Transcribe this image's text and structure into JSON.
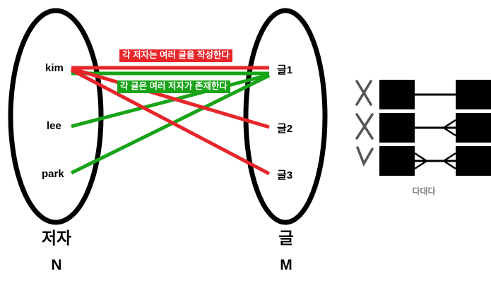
{
  "diagram": {
    "title_left_set": "저자",
    "title_right_set": "글",
    "cardinality_left": "N",
    "cardinality_right": "M",
    "left_nodes": [
      {
        "id": "kim",
        "label": "kim"
      },
      {
        "id": "lee",
        "label": "lee"
      },
      {
        "id": "park",
        "label": "park"
      }
    ],
    "right_nodes": [
      {
        "id": "post1",
        "label": "글1"
      },
      {
        "id": "post2",
        "label": "글2"
      },
      {
        "id": "post3",
        "label": "글3"
      }
    ],
    "annotations": [
      {
        "id": "red-note",
        "text": "각 저자는 여러 글을 작성한다",
        "color": "#e8262a"
      },
      {
        "id": "green-note",
        "text": "각 글은 여러 저자가 존재한다",
        "color": "#18a318"
      }
    ],
    "edges": [
      {
        "from": "kim",
        "to": "post1",
        "color": "#e8262a",
        "meaning": "red"
      },
      {
        "from": "kim",
        "to": "post2",
        "color": "#e8262a",
        "meaning": "red"
      },
      {
        "from": "kim",
        "to": "post3",
        "color": "#e8262a",
        "meaning": "red"
      },
      {
        "from": "kim",
        "to": "post1",
        "color": "#18a318",
        "meaning": "green"
      },
      {
        "from": "lee",
        "to": "post1",
        "color": "#18a318",
        "meaning": "green"
      },
      {
        "from": "park",
        "to": "post1",
        "color": "#18a318",
        "meaning": "green"
      }
    ]
  },
  "legend": {
    "caption": "다대다",
    "rows": [
      {
        "id": "one-to-one",
        "mark": "x",
        "left_crowfoot": false,
        "right_crowfoot": false
      },
      {
        "id": "one-to-many",
        "mark": "x",
        "left_crowfoot": false,
        "right_crowfoot": true
      },
      {
        "id": "many-to-many",
        "mark": "check",
        "left_crowfoot": true,
        "right_crowfoot": true
      }
    ]
  },
  "colors": {
    "red": "#e8262a",
    "green": "#18a318",
    "black": "#000000",
    "gray": "#808080",
    "background": "#ffffff"
  }
}
